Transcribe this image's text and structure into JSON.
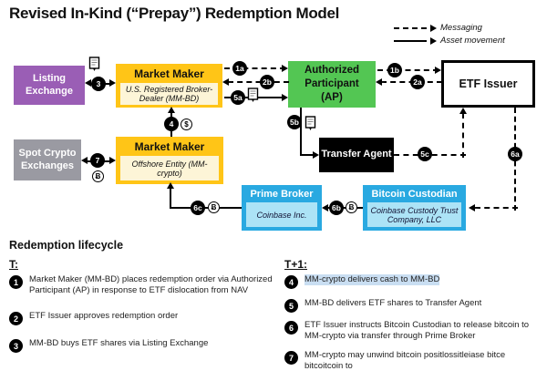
{
  "title": "Revised In-Kind (“Prepay”) Redemption Model",
  "legend": {
    "messaging": "Messaging",
    "asset_movement": "Asset movement"
  },
  "colors": {
    "purple": "#9a5eb5",
    "yellow": "#ffc517",
    "yellow_sub": "#fdf5d7",
    "green": "#53c653",
    "gray": "#9a9aa2",
    "blue": "#29a9e1",
    "blue_sub": "#ace3f6",
    "highlight": "#c9def2"
  },
  "boxes": {
    "listing_exchange": {
      "title": "Listing Exchange"
    },
    "market_maker_us": {
      "title": "Market Maker",
      "subtitle": "U.S. Registered Broker-Dealer (MM-BD)"
    },
    "authorized_participant": {
      "title": "Authorized Participant (AP)"
    },
    "etf_issuer": {
      "title": "ETF Issuer"
    },
    "spot_crypto_exchanges": {
      "title": "Spot Crypto Exchanges"
    },
    "market_maker_offshore": {
      "title": "Market Maker",
      "subtitle": "Offshore Entity (MM-crypto)"
    },
    "transfer_agent": {
      "title": "Transfer Agent"
    },
    "prime_broker": {
      "title": "Prime Broker",
      "subtitle": "Coinbase Inc."
    },
    "bitcoin_custodian": {
      "title": "Bitcoin Custodian",
      "subtitle": "Coinbase Custody Trust Company, LLC"
    }
  },
  "steps": {
    "s1a": "1a",
    "s1b": "1b",
    "s2a": "2a",
    "s2b": "2b",
    "s3": "3",
    "s4": "4",
    "s5a": "5a",
    "s5b": "5b",
    "s5c": "5c",
    "s6a": "6a",
    "s6b": "6b",
    "s6c": "6c",
    "s7": "7"
  },
  "icons": {
    "bitcoin": "Ƀ",
    "cash": "$"
  },
  "lifecycle": {
    "heading": "Redemption lifecycle",
    "t_label": "T:",
    "t1_label": "T+1:",
    "t_items": [
      {
        "num": "1",
        "text": "Market Maker (MM-BD) places redemption order via Authorized Participant (AP) in response to ETF dislocation from NAV"
      },
      {
        "num": "2",
        "text": "ETF Issuer approves redemption order"
      },
      {
        "num": "3",
        "text": "MM-BD buys ETF shares via Listing Exchange"
      }
    ],
    "t1_items": [
      {
        "num": "4",
        "text": "MM-crypto delivers cash to MM-BD"
      },
      {
        "num": "5",
        "text": "MM-BD delivers ETF shares to Transfer Agent"
      },
      {
        "num": "6",
        "text": "ETF Issuer instructs Bitcoin Custodian to release bitcoin to MM-crypto via transfer through Prime Broker"
      },
      {
        "num": "7",
        "text": "MM-crypto may unwind bitcoin positlossitleiase bitce bitcoitcoin to"
      }
    ]
  }
}
